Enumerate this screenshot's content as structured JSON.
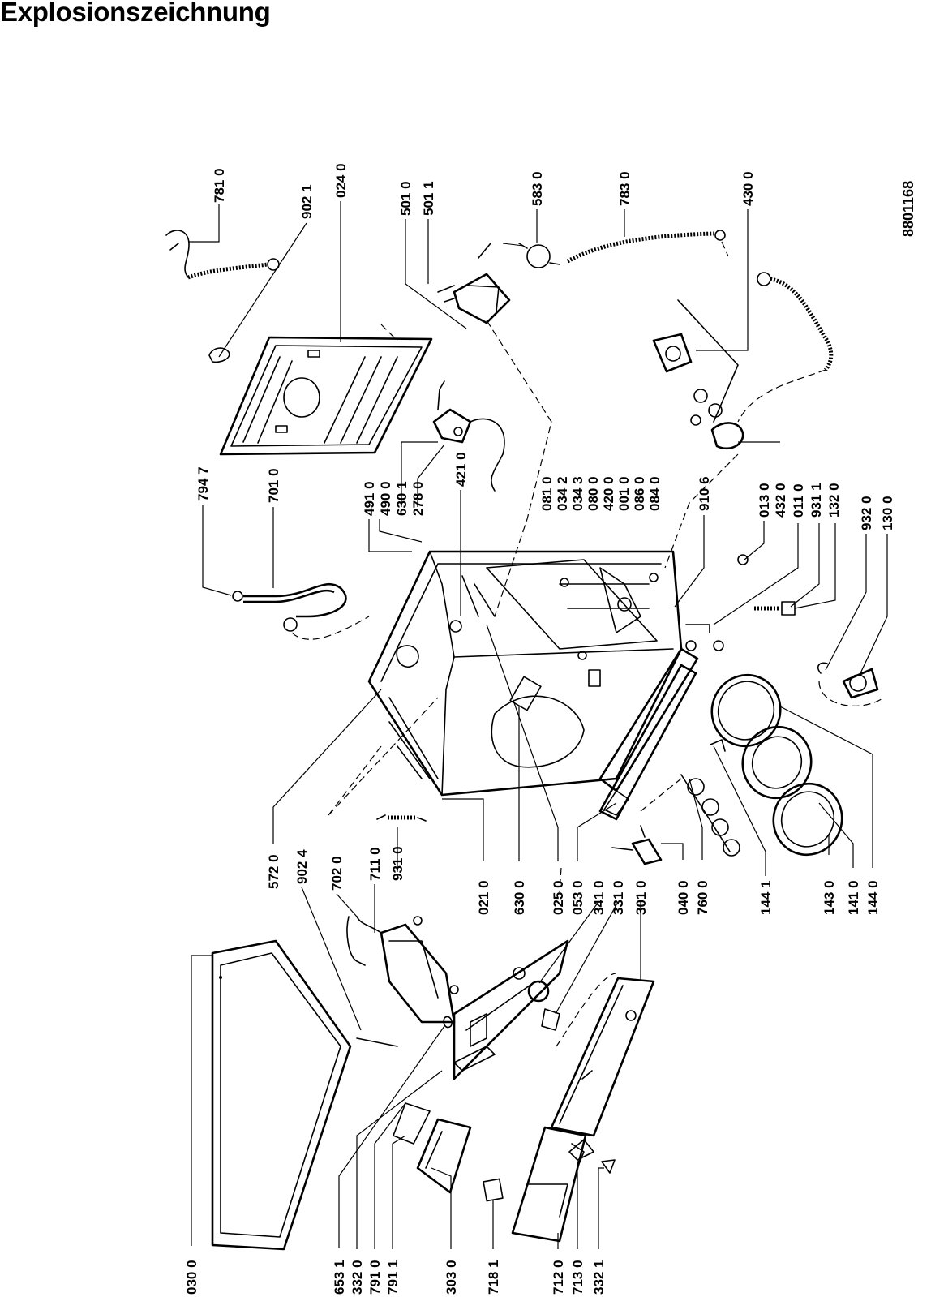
{
  "title": "Explosionszeichnung",
  "document_number": "8801168",
  "part_labels": [
    "781 0",
    "902 1",
    "024 0",
    "501 0",
    "501 1",
    "583 0",
    "783 0",
    "430 0",
    "794 7",
    "701 0",
    "491 0",
    "490 0",
    "630 1",
    "278 0",
    "421 0",
    "081 0",
    "034 2",
    "034 3",
    "080 0",
    "420 0",
    "001 0",
    "086 0",
    "084 0",
    "910 6",
    "013 0",
    "432 0",
    "011 0",
    "931 1",
    "132 0",
    "932 0",
    "130 0",
    "572 0",
    "902 4",
    "702 0",
    "711 0",
    "931 0",
    "021 0",
    "630 0",
    "025 0",
    "053 0",
    "341 0",
    "331 0",
    "301 0",
    "040 0",
    "760 0",
    "144 1",
    "143 0",
    "141 0",
    "144 0",
    "030 0",
    "653 1",
    "332 0",
    "791 0",
    "791 1",
    "303 0",
    "718 1",
    "712 0",
    "713 0",
    "332 1"
  ]
}
